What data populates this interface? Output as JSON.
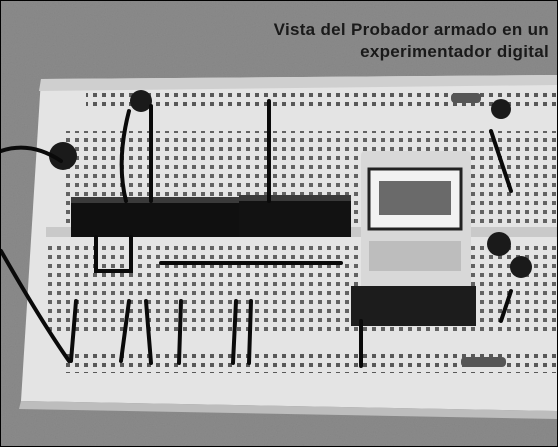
{
  "photo": {
    "subject": "breadboard",
    "caption": {
      "line1": "Vista del Probador armado en un",
      "line2": "experimentador digital"
    },
    "colors": {
      "background": "#8a8a8a",
      "board": "#e6e6e6",
      "chip": "#101010",
      "text": "#1a1a1a"
    }
  }
}
